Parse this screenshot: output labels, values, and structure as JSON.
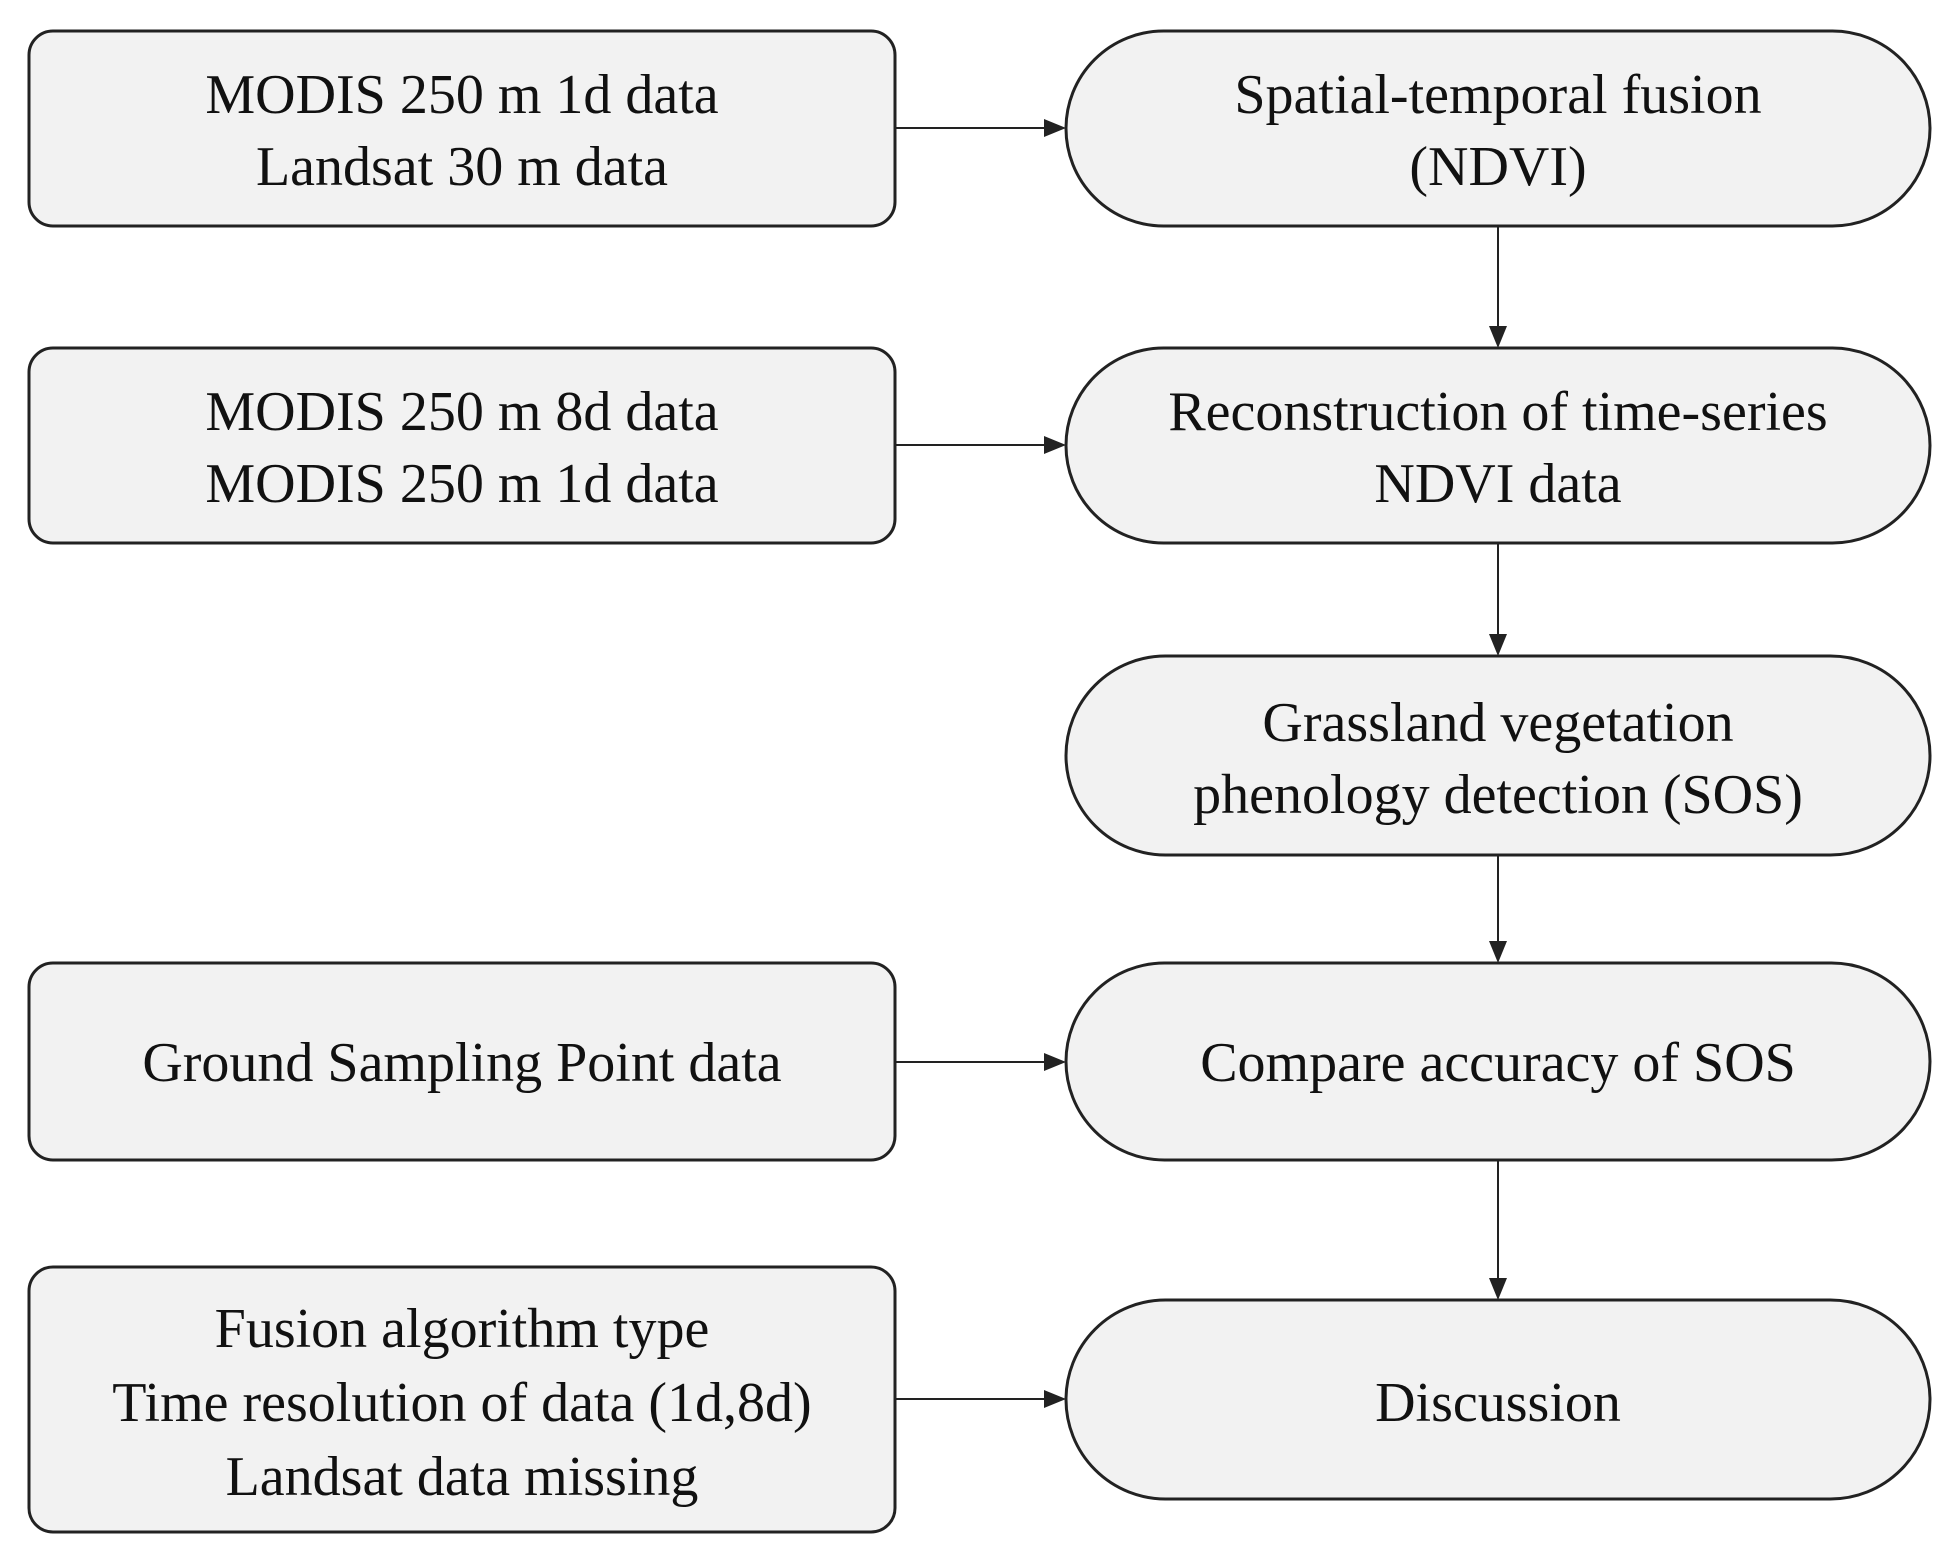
{
  "inputs": {
    "modis_landsat": {
      "line1": "MODIS 250 m 1d data",
      "line2": "Landsat 30 m data"
    },
    "modis_8d_1d": {
      "line1": "MODIS 250 m 8d data",
      "line2": "MODIS 250 m 1d data"
    },
    "ground_sampling": {
      "line1": "Ground Sampling Point data"
    },
    "factors": {
      "line1": "Fusion algorithm type",
      "line2": "Time resolution of data (1d,8d)",
      "line3": "Landsat data missing"
    }
  },
  "process": {
    "fusion": {
      "line1": "Spatial-temporal fusion",
      "line2": "(NDVI)"
    },
    "reconstruction": {
      "line1": "Reconstruction of time-series",
      "line2": "NDVI data"
    },
    "phenology": {
      "line1": "Grassland vegetation",
      "line2": "phenology detection (SOS)"
    },
    "compare": {
      "line1": "Compare accuracy of SOS"
    },
    "discussion": {
      "line1": "Discussion"
    }
  },
  "colors": {
    "node_fill": "#f2f2f2",
    "stroke": "#222222",
    "text": "#111111"
  }
}
